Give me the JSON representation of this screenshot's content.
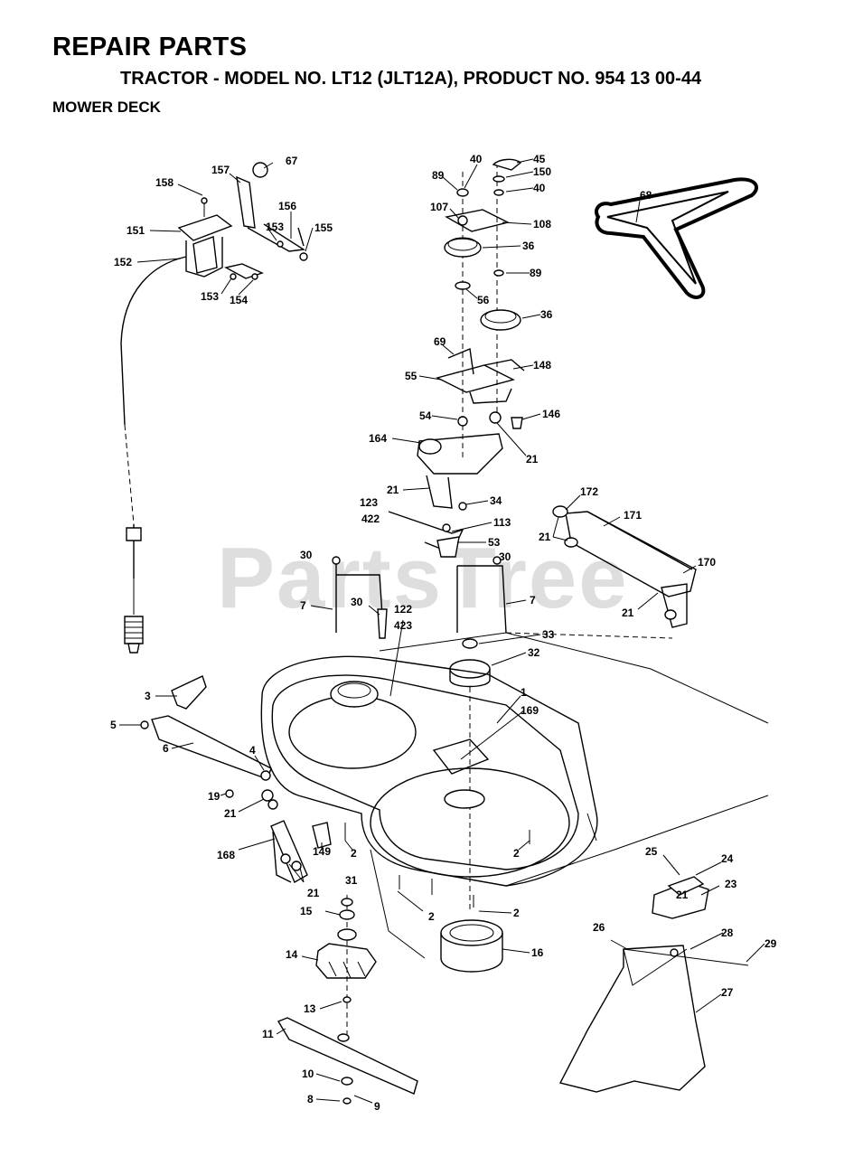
{
  "header": {
    "title": "REPAIR PARTS",
    "subtitle": "TRACTOR - MODEL NO. LT12 (JLT12A), PRODUCT NO. 954 13 00-44",
    "section": "MOWER DECK"
  },
  "watermark": "PartsTree",
  "callouts": [
    {
      "id": "c158",
      "label": "158"
    },
    {
      "id": "c157",
      "label": "157"
    },
    {
      "id": "c67",
      "label": "67"
    },
    {
      "id": "c151",
      "label": "151"
    },
    {
      "id": "c153a",
      "label": "153"
    },
    {
      "id": "c156",
      "label": "156"
    },
    {
      "id": "c155",
      "label": "155"
    },
    {
      "id": "c152",
      "label": "152"
    },
    {
      "id": "c153b",
      "label": "153"
    },
    {
      "id": "c154",
      "label": "154"
    },
    {
      "id": "c40a",
      "label": "40"
    },
    {
      "id": "c45",
      "label": "45"
    },
    {
      "id": "c89a",
      "label": "89"
    },
    {
      "id": "c150",
      "label": "150"
    },
    {
      "id": "c40b",
      "label": "40"
    },
    {
      "id": "c107",
      "label": "107"
    },
    {
      "id": "c108",
      "label": "108"
    },
    {
      "id": "c68",
      "label": "68"
    },
    {
      "id": "c36a",
      "label": "36"
    },
    {
      "id": "c89b",
      "label": "89"
    },
    {
      "id": "c56",
      "label": "56"
    },
    {
      "id": "c36b",
      "label": "36"
    },
    {
      "id": "c69",
      "label": "69"
    },
    {
      "id": "c148",
      "label": "148"
    },
    {
      "id": "c55",
      "label": "55"
    },
    {
      "id": "c54",
      "label": "54"
    },
    {
      "id": "c146",
      "label": "146"
    },
    {
      "id": "c164",
      "label": "164"
    },
    {
      "id": "c21a",
      "label": "21"
    },
    {
      "id": "c21b",
      "label": "21"
    },
    {
      "id": "c34",
      "label": "34"
    },
    {
      "id": "c172",
      "label": "172"
    },
    {
      "id": "c123",
      "label": "123"
    },
    {
      "id": "c422",
      "label": "422"
    },
    {
      "id": "c171",
      "label": "171"
    },
    {
      "id": "c113",
      "label": "113"
    },
    {
      "id": "c21c",
      "label": "21"
    },
    {
      "id": "c53",
      "label": "53"
    },
    {
      "id": "c30a",
      "label": "30"
    },
    {
      "id": "c30b",
      "label": "30"
    },
    {
      "id": "c170",
      "label": "170"
    },
    {
      "id": "c7a",
      "label": "7"
    },
    {
      "id": "c30c",
      "label": "30"
    },
    {
      "id": "c122",
      "label": "122"
    },
    {
      "id": "c423",
      "label": "423"
    },
    {
      "id": "c7b",
      "label": "7"
    },
    {
      "id": "c21d",
      "label": "21"
    },
    {
      "id": "c33",
      "label": "33"
    },
    {
      "id": "c32",
      "label": "32"
    },
    {
      "id": "c3",
      "label": "3"
    },
    {
      "id": "c1",
      "label": "1"
    },
    {
      "id": "c169",
      "label": "169"
    },
    {
      "id": "c5",
      "label": "5"
    },
    {
      "id": "c6",
      "label": "6"
    },
    {
      "id": "c4",
      "label": "4"
    },
    {
      "id": "c19",
      "label": "19"
    },
    {
      "id": "c21e",
      "label": "21"
    },
    {
      "id": "c168",
      "label": "168"
    },
    {
      "id": "c149",
      "label": "149"
    },
    {
      "id": "c2a",
      "label": "2"
    },
    {
      "id": "c2b",
      "label": "2"
    },
    {
      "id": "c25",
      "label": "25"
    },
    {
      "id": "c24",
      "label": "24"
    },
    {
      "id": "c21f",
      "label": "21"
    },
    {
      "id": "c23",
      "label": "23"
    },
    {
      "id": "c21g",
      "label": "21"
    },
    {
      "id": "c31",
      "label": "31"
    },
    {
      "id": "c15",
      "label": "15"
    },
    {
      "id": "c2c",
      "label": "2"
    },
    {
      "id": "c2d",
      "label": "2"
    },
    {
      "id": "c26",
      "label": "26"
    },
    {
      "id": "c28",
      "label": "28"
    },
    {
      "id": "c29",
      "label": "29"
    },
    {
      "id": "c14",
      "label": "14"
    },
    {
      "id": "c16",
      "label": "16"
    },
    {
      "id": "c27",
      "label": "27"
    },
    {
      "id": "c13",
      "label": "13"
    },
    {
      "id": "c11",
      "label": "11"
    },
    {
      "id": "c10",
      "label": "10"
    },
    {
      "id": "c8",
      "label": "8"
    },
    {
      "id": "c9",
      "label": "9"
    }
  ]
}
